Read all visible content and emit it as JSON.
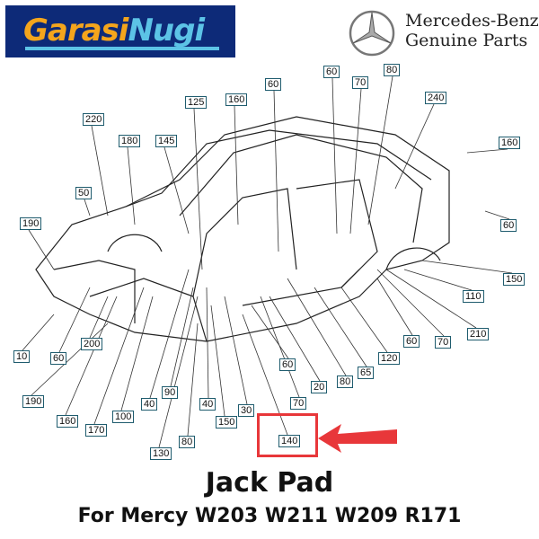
{
  "brand": {
    "part1": "Garasi",
    "part2": "Nugi"
  },
  "manufacturer": {
    "line1": "Mercedes-Benz",
    "line2": "Genuine Parts"
  },
  "callouts": [
    "220",
    "180",
    "145",
    "125",
    "160",
    "60",
    "60",
    "70",
    "80",
    "240",
    "160",
    "50",
    "190",
    "60",
    "150",
    "110",
    "210",
    "60",
    "70",
    "120",
    "65",
    "80",
    "20",
    "70",
    "60",
    "30",
    "150",
    "40",
    "90",
    "40",
    "100",
    "170",
    "160",
    "190",
    "130",
    "80",
    "140",
    "10",
    "60",
    "200"
  ],
  "highlighted_part": "140",
  "colors": {
    "highlight": "#e8373a",
    "brand_bg": "#0d2a78",
    "brand_orange": "#f4a51c",
    "brand_blue": "#5cc3e6"
  },
  "product": {
    "title": "Jack Pad",
    "subtitle": "For Mercy W203 W211 W209 R171"
  }
}
